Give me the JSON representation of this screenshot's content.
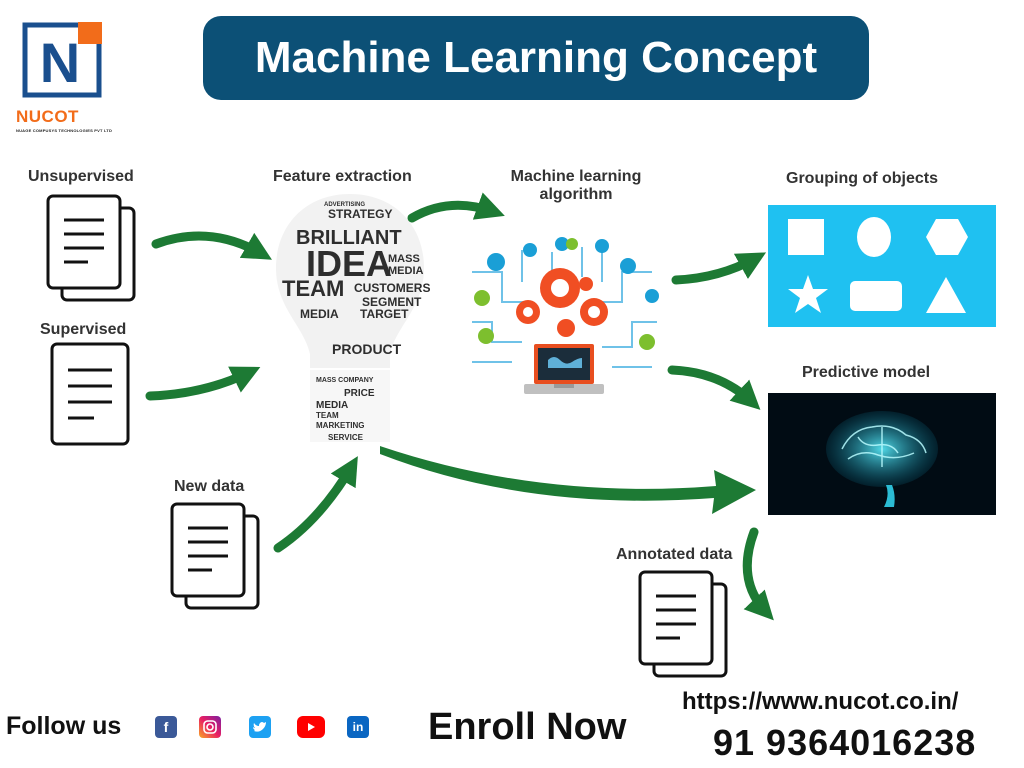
{
  "logo": {
    "name": "NUCOT",
    "tagline": "NUAGE COMPUSYS TECHNOLOGIES PVT LTD",
    "letter": "N"
  },
  "title": "Machine Learning Concept",
  "labels": {
    "unsupervised": "Unsupervised",
    "supervised": "Supervised",
    "feature_extraction": "Feature extraction",
    "ml_algorithm_line1": "Machine learning",
    "ml_algorithm_line2": "algorithm",
    "grouping": "Grouping of objects",
    "predictive": "Predictive model",
    "new_data": "New data",
    "annotated": "Annotated data"
  },
  "bulb_words": {
    "w1": "ADVERTISING",
    "w2": "STRATEGY",
    "w3": "BRILLIANT",
    "w4": "IDEA",
    "w5": "MASS",
    "w6": "MEDIA",
    "w7": "TEAM",
    "w8": "CUSTOMERS",
    "w9": "SEGMENT",
    "w10": "TARGET",
    "w11": "MEDIA",
    "w12": "PRODUCT",
    "w13": "MASS COMPANY",
    "w14": "PRICE",
    "w15": "MEDIA",
    "w16": "TEAM",
    "w17": "MARKETING",
    "w18": "SERVICE"
  },
  "footer": {
    "follow": "Follow us",
    "enroll": "Enroll Now",
    "url": "https://www.nucot.co.in/",
    "phone": "91 9364016238"
  },
  "social_icons": [
    "facebook-icon",
    "instagram-icon",
    "twitter-icon",
    "youtube-icon",
    "linkedin-icon"
  ],
  "colors": {
    "title_bg": "#0c5076",
    "logo_blue": "#1a4f8e",
    "logo_orange": "#f26c1a",
    "arrow_green": "#1d7a34",
    "grouping_bg": "#1fc1f1",
    "predictive_bg": "#010c14"
  }
}
